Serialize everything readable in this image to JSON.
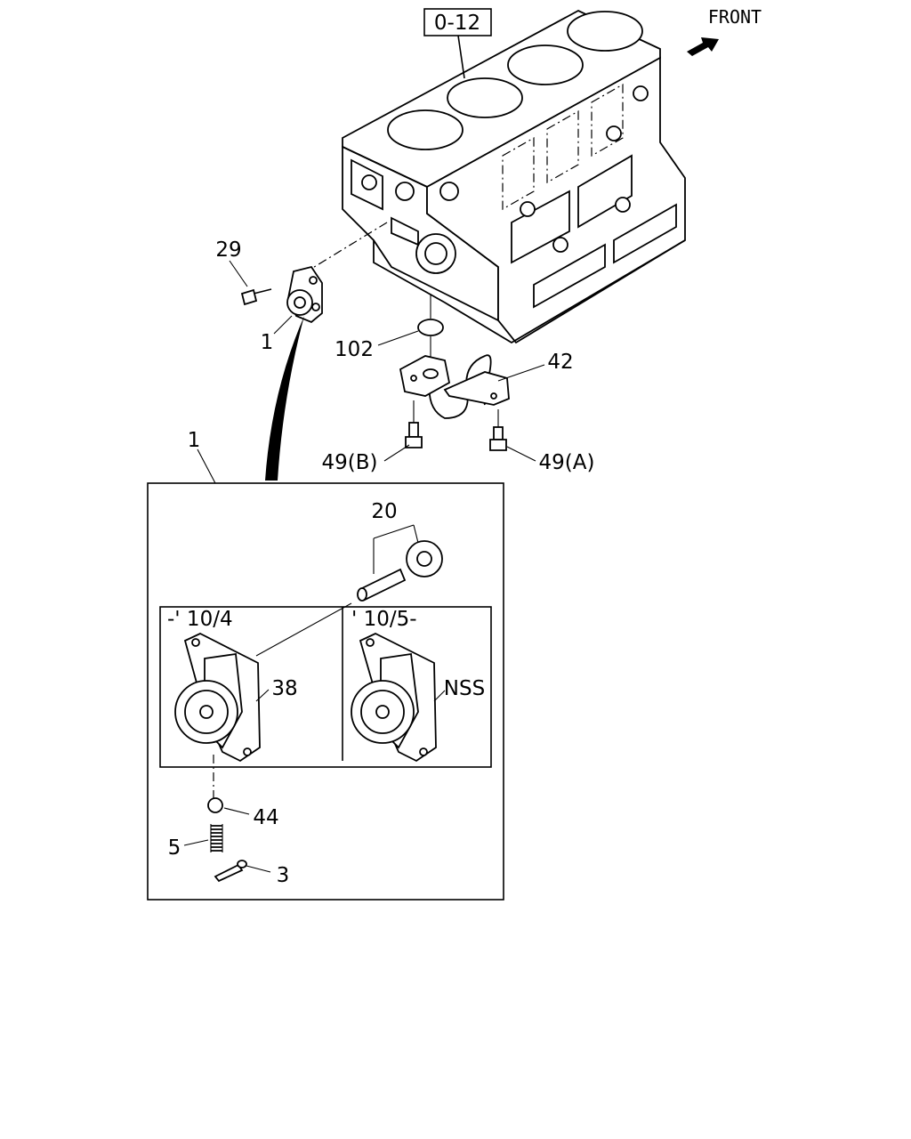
{
  "ref_box": "0-12",
  "front_label": "FRONT",
  "callouts": {
    "c29": "29",
    "c1_small": "1",
    "c102": "102",
    "c42": "42",
    "c49b": "49(B)",
    "c49a": "49(A)",
    "c1_detail": "1",
    "c20": "20",
    "c38": "38",
    "cnss": "NSS",
    "c44": "44",
    "c5": "5",
    "c3": "3"
  },
  "variants": {
    "left": "-' 10/4",
    "right": "' 10/5-"
  },
  "icons": [
    "front-arrow-icon"
  ]
}
